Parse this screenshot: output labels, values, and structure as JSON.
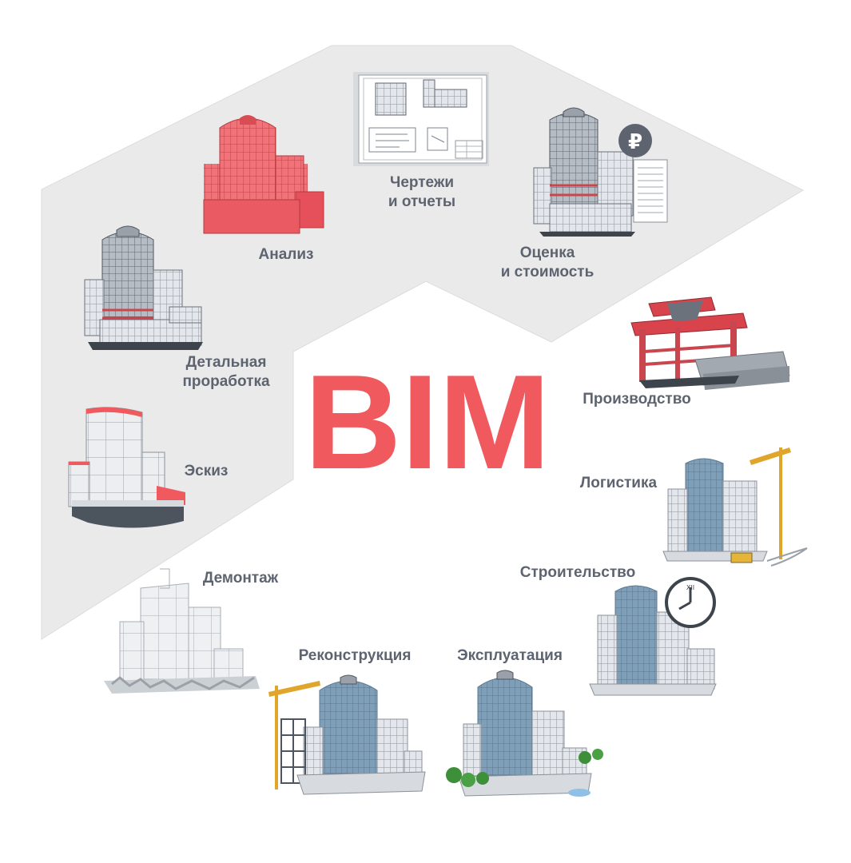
{
  "title": "BIM",
  "colors": {
    "accent": "#f05a5f",
    "label": "#5d6470",
    "panel": "#eaeaea",
    "glass": "#7f9fb8",
    "facade": "#dfe2e6"
  },
  "stages": {
    "drawings": {
      "line1": "Чертежи",
      "line2": "и отчеты"
    },
    "analysis": {
      "line1": "Анализ"
    },
    "estimate": {
      "line1": "Оценка",
      "line2": "и стоимость"
    },
    "detailed": {
      "line1": "Детальная",
      "line2": "проработка"
    },
    "sketch": {
      "line1": "Эскиз"
    },
    "production": {
      "line1": "Производство"
    },
    "logistics": {
      "line1": "Логистика"
    },
    "construction": {
      "line1": "Строительство"
    },
    "demolition": {
      "line1": "Демонтаж"
    },
    "reconstruction": {
      "line1": "Реконструкция"
    },
    "operation": {
      "line1": "Эксплуатация"
    }
  },
  "icons": {
    "currency_symbol": "₽",
    "clock_numeral": "XII"
  }
}
